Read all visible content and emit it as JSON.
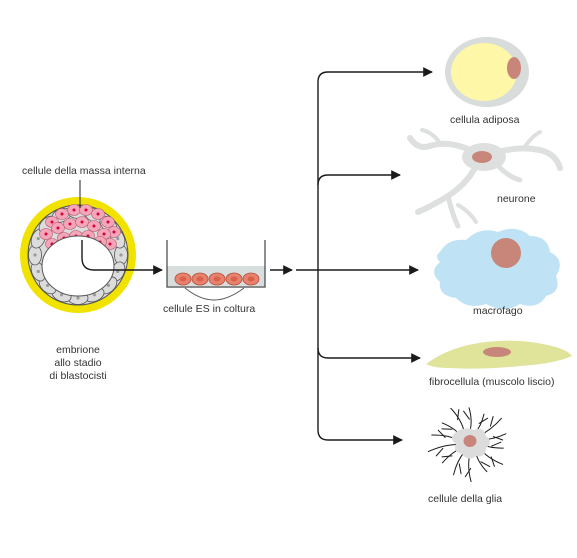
{
  "labels": {
    "inner_mass": "cellule della massa interna",
    "embryo_line1": "embrione",
    "embryo_line2": "allo stadio",
    "embryo_line3": "di blastocisti",
    "es_culture": "cellule ES in coltura",
    "adipose": "cellula adiposa",
    "neuron": "neurone",
    "macrophage": "macrofago",
    "fibrocell": "fibrocellula (muscolo liscio)",
    "glia": "cellule della glia"
  },
  "colors": {
    "zona": "#f2e200",
    "trophoblast_cell": "#dcdcdc",
    "cell_outline": "#555555",
    "inner_mass_cell": "#f4a6b8",
    "inner_mass_nucleus": "#d6003a",
    "es_medium": "#d7dedd",
    "es_cell": "#e8826f",
    "adipose_cytoplasm": "#d8dcdb",
    "adipose_lipid": "#fff7a8",
    "nucleus": "#c8867a",
    "neuron_cell": "#dde0df",
    "macrophage_cell": "#bfe3f5",
    "fibrocell_cell": "#dfe49a",
    "glia_cell": "#dcdcdc",
    "arrow": "#1a1a1a"
  }
}
